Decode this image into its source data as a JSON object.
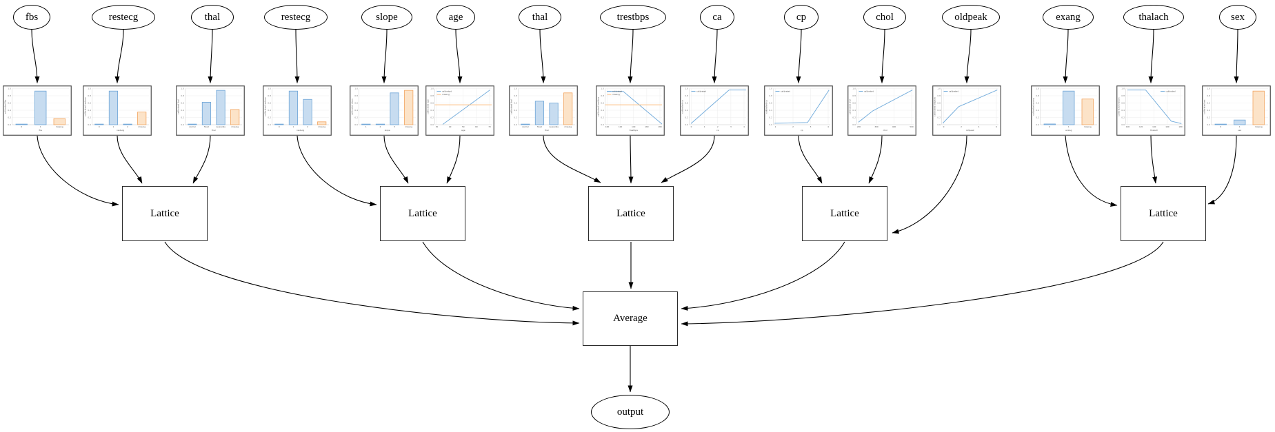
{
  "diagram": {
    "kind": "lattice-ensemble-model-graph",
    "combiner_node": {
      "label": "Average"
    },
    "output_node": {
      "label": "output"
    },
    "input_nodes": [
      "fbs",
      "restecg",
      "thal",
      "restecg",
      "slope",
      "age",
      "thal",
      "trestbps",
      "ca",
      "cp",
      "chol",
      "oldpeak",
      "exang",
      "thalach",
      "sex"
    ],
    "lattice_nodes": [
      {
        "label": "Lattice",
        "inputs": [
          "fbs",
          "restecg",
          "thal"
        ]
      },
      {
        "label": "Lattice",
        "inputs": [
          "restecg",
          "slope",
          "age"
        ]
      },
      {
        "label": "Lattice",
        "inputs": [
          "thal",
          "trestbps",
          "ca"
        ]
      },
      {
        "label": "Lattice",
        "inputs": [
          "cp",
          "chol",
          "oldpeak"
        ]
      },
      {
        "label": "Lattice",
        "inputs": [
          "exang",
          "thalach",
          "sex"
        ]
      }
    ]
  },
  "chart_style": {
    "yticks": [
      "0.0",
      "0.2",
      "0.4",
      "0.6",
      "0.8",
      "1.0"
    ],
    "colors": {
      "bar_blue_fill": "#c7dcf0",
      "bar_blue_edge": "#6ba3d6",
      "bar_orange_fill": "#fce3c8",
      "bar_orange_edge": "#f2a45f",
      "line_blue": "#78afdd",
      "line_orange": "#fcbe7f",
      "grid": "#ececec",
      "spine": "#cccccc",
      "tick_text": "#777777",
      "frame": "#4d4d4d",
      "edge_line": "#000000"
    }
  },
  "chart_data": [
    {
      "type": "bar",
      "xlabel": "fbs",
      "ylabel": "calibrated fbs",
      "ylim": [
        0,
        1
      ],
      "categories": [
        "0",
        "1",
        "missing"
      ],
      "values": [
        0,
        0.93,
        0.17
      ]
    },
    {
      "type": "bar",
      "xlabel": "restecg",
      "ylabel": "calibrated restecg",
      "ylim": [
        0,
        1
      ],
      "categories": [
        "0",
        "1",
        "2",
        "missing"
      ],
      "values": [
        0,
        0.93,
        0,
        0.35
      ]
    },
    {
      "type": "bar",
      "xlabel": "thal",
      "ylabel": "calibrated thal",
      "ylim": [
        0,
        1
      ],
      "categories": [
        "normal",
        "fixed",
        "reversible",
        "missing"
      ],
      "values": [
        0,
        0.62,
        0.95,
        0.42
      ]
    },
    {
      "type": "bar",
      "xlabel": "restecg",
      "ylabel": "calibrated restecg",
      "ylim": [
        0,
        1
      ],
      "categories": [
        "0",
        "1",
        "2",
        "missing"
      ],
      "values": [
        0,
        0.93,
        0.7,
        0.08
      ]
    },
    {
      "type": "bar",
      "xlabel": "slope",
      "ylabel": "calibrated slope",
      "ylim": [
        0,
        1
      ],
      "categories": [
        "1",
        "2",
        "3",
        "missing"
      ],
      "values": [
        0,
        0,
        0.88,
        0.95
      ]
    },
    {
      "type": "line",
      "xlabel": "age",
      "ylabel": "calibrated age",
      "ylim": [
        0,
        1
      ],
      "legend_position": "top-left",
      "xticks": [
        "30",
        "40",
        "50",
        "60",
        "70"
      ],
      "series": [
        {
          "name": "calibrated",
          "color": "blue",
          "points": [
            [
              0.14,
              0.01
            ],
            [
              0.97,
              0.96
            ]
          ]
        },
        {
          "name": "missing",
          "color": "orange",
          "points": [
            [
              0.0,
              0.55
            ],
            [
              1.0,
              0.55
            ]
          ]
        }
      ]
    },
    {
      "type": "bar",
      "xlabel": "thal",
      "ylabel": "calibrated thal",
      "ylim": [
        0,
        1
      ],
      "categories": [
        "normal",
        "fixed",
        "reversible",
        "missing"
      ],
      "values": [
        0,
        0.65,
        0.6,
        0.88
      ]
    },
    {
      "type": "line",
      "xlabel": "trestbps",
      "ylabel": "calibrated trestbps",
      "ylim": [
        0,
        1
      ],
      "legend_position": "top-left",
      "xticks": [
        "100",
        "120",
        "140",
        "160",
        "180"
      ],
      "series": [
        {
          "name": "calibrated",
          "color": "blue",
          "points": [
            [
              0.03,
              0.92
            ],
            [
              0.32,
              0.92
            ],
            [
              1.0,
              0.02
            ]
          ]
        },
        {
          "name": "missing",
          "color": "orange",
          "points": [
            [
              0.0,
              0.55
            ],
            [
              1.0,
              0.55
            ]
          ]
        }
      ]
    },
    {
      "type": "line",
      "xlabel": "ca",
      "ylabel": "calibrated ca",
      "ylim": [
        0,
        1
      ],
      "legend_position": "top-left",
      "xticks": [
        "0",
        "1",
        "2",
        "3",
        "4"
      ],
      "series": [
        {
          "name": "calibrated",
          "color": "blue",
          "points": [
            [
              0.03,
              0.03
            ],
            [
              0.7,
              0.96
            ],
            [
              1.0,
              0.96
            ]
          ]
        }
      ]
    },
    {
      "type": "line",
      "xlabel": "cp",
      "ylabel": "calibrated cp",
      "ylim": [
        0,
        1
      ],
      "legend_position": "top-left",
      "xticks": [
        "1",
        "2",
        "3",
        "4"
      ],
      "series": [
        {
          "name": "calibrated",
          "color": "blue",
          "points": [
            [
              0.02,
              0.04
            ],
            [
              0.6,
              0.06
            ],
            [
              0.98,
              0.96
            ]
          ]
        }
      ]
    },
    {
      "type": "line",
      "xlabel": "chol",
      "ylabel": "calibrated chol",
      "ylim": [
        0,
        1
      ],
      "legend_position": "top-left",
      "xticks": [
        "200",
        "300",
        "400",
        "500"
      ],
      "series": [
        {
          "name": "calibrated",
          "color": "blue",
          "points": [
            [
              0.03,
              0.07
            ],
            [
              0.28,
              0.38
            ],
            [
              0.98,
              0.96
            ]
          ]
        }
      ]
    },
    {
      "type": "line",
      "xlabel": "oldpeak",
      "ylabel": "calibrated oldpeak",
      "ylim": [
        0,
        1
      ],
      "legend_position": "top-left",
      "xticks": [
        "0",
        "2",
        "4",
        "6"
      ],
      "series": [
        {
          "name": "calibrated",
          "color": "blue",
          "points": [
            [
              0.02,
              0.04
            ],
            [
              0.3,
              0.5
            ],
            [
              0.98,
              0.96
            ]
          ]
        }
      ]
    },
    {
      "type": "bar",
      "xlabel": "exang",
      "ylabel": "calibrated exang",
      "ylim": [
        0,
        1
      ],
      "categories": [
        "0",
        "1",
        "missing"
      ],
      "values": [
        0.02,
        0.93,
        0.71
      ]
    },
    {
      "type": "line",
      "xlabel": "thalach",
      "ylabel": "calibrated thalach",
      "ylim": [
        0,
        1
      ],
      "legend_position": "top-right",
      "xticks": [
        "100",
        "120",
        "140",
        "160",
        "180"
      ],
      "series": [
        {
          "name": "calibrated",
          "color": "blue",
          "points": [
            [
              0.03,
              0.96
            ],
            [
              0.35,
              0.96
            ],
            [
              0.8,
              0.1
            ],
            [
              0.98,
              0.03
            ]
          ]
        }
      ]
    },
    {
      "type": "bar",
      "xlabel": "sex",
      "ylabel": "calibrated sex",
      "ylim": [
        0,
        1
      ],
      "categories": [
        "0",
        "1",
        "missing"
      ],
      "values": [
        0,
        0.13,
        0.93
      ]
    }
  ]
}
